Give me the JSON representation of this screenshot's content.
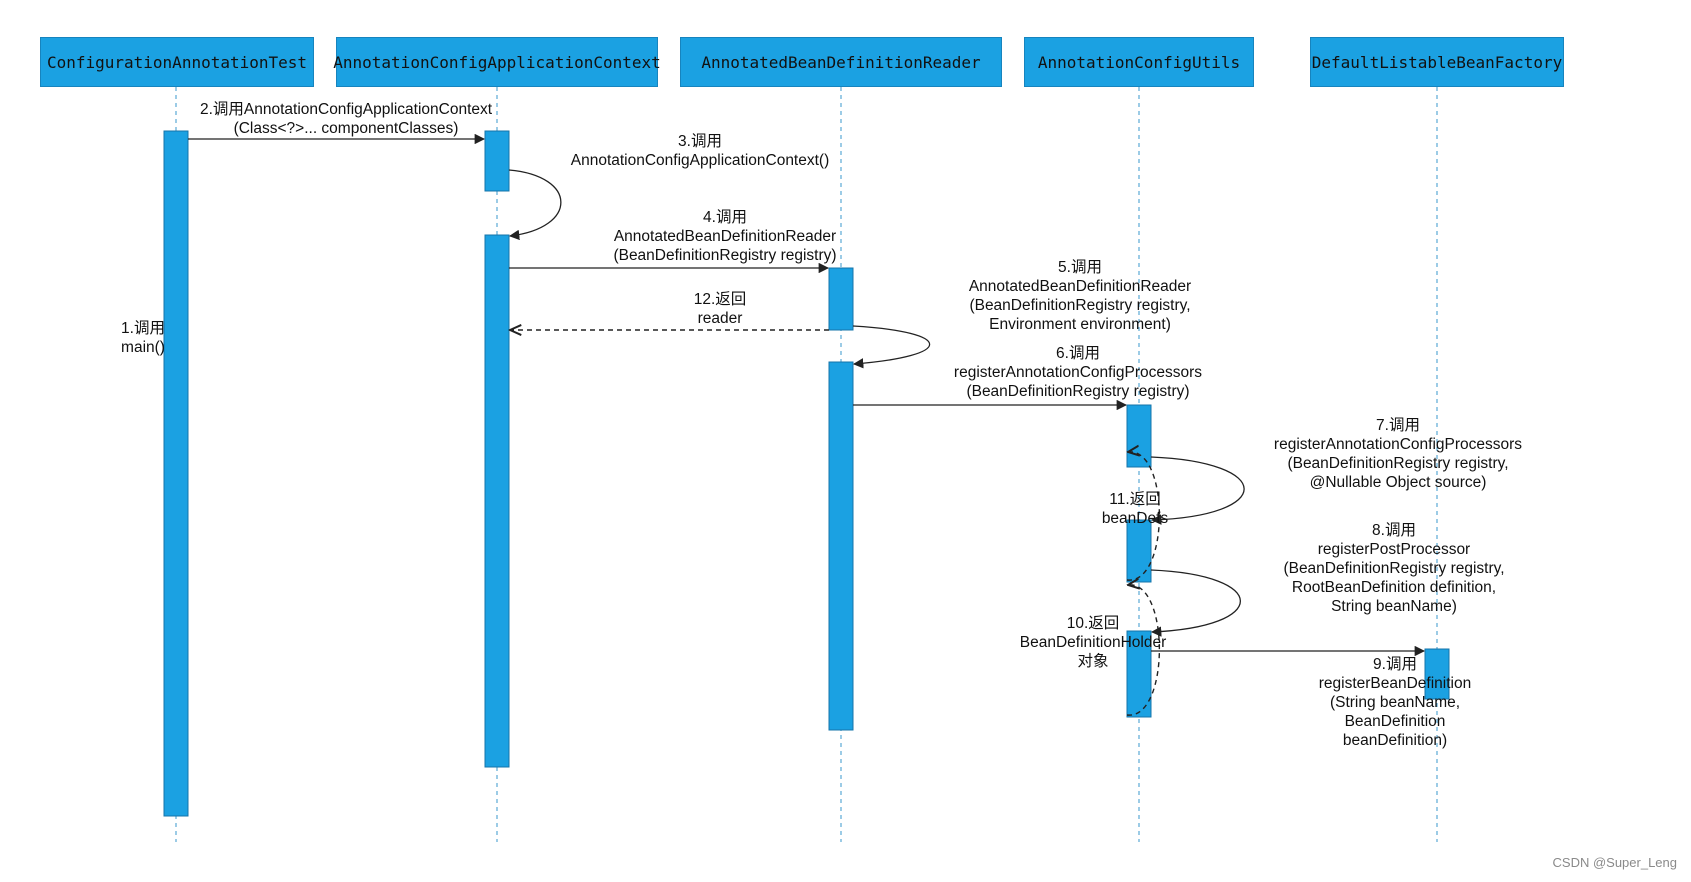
{
  "lifelines": [
    {
      "name": "ConfigurationAnnotationTest"
    },
    {
      "name": "AnnotationConfigApplicationContext"
    },
    {
      "name": "AnnotatedBeanDefinitionReader"
    },
    {
      "name": "AnnotationConfigUtils"
    },
    {
      "name": "DefaultListableBeanFactory"
    }
  ],
  "messages": {
    "m1": [
      "1.调用",
      "main()"
    ],
    "m2": [
      "2.调用AnnotationConfigApplicationContext",
      "(Class<?>... componentClasses)"
    ],
    "m3": [
      "3.调用",
      "AnnotationConfigApplicationContext()"
    ],
    "m4": [
      "4.调用",
      "AnnotatedBeanDefinitionReader",
      "(BeanDefinitionRegistry registry)"
    ],
    "m5": [
      "5.调用",
      "AnnotatedBeanDefinitionReader",
      "(BeanDefinitionRegistry registry,",
      "Environment environment)"
    ],
    "m6": [
      "6.调用",
      "registerAnnotationConfigProcessors",
      "(BeanDefinitionRegistry registry)"
    ],
    "m7": [
      "7.调用",
      "registerAnnotationConfigProcessors",
      "(BeanDefinitionRegistry registry,",
      "@Nullable Object source)"
    ],
    "m8": [
      "8.调用",
      "registerPostProcessor",
      "(BeanDefinitionRegistry registry,",
      "RootBeanDefinition definition,",
      "String beanName)"
    ],
    "m9": [
      "9.调用",
      "registerBeanDefinition",
      "(String beanName,",
      "BeanDefinition",
      "beanDefinition)"
    ],
    "m10": [
      "10.返回",
      "BeanDefinitionHolder",
      "对象"
    ],
    "m11": [
      "11.返回",
      "beanDefs"
    ],
    "m12": [
      "12.返回",
      "reader"
    ]
  },
  "watermark": "CSDN @Super_Leng",
  "colors": {
    "accent": "#1ba1e2",
    "line": "#333333",
    "lifeline": "#5aa9d6"
  }
}
